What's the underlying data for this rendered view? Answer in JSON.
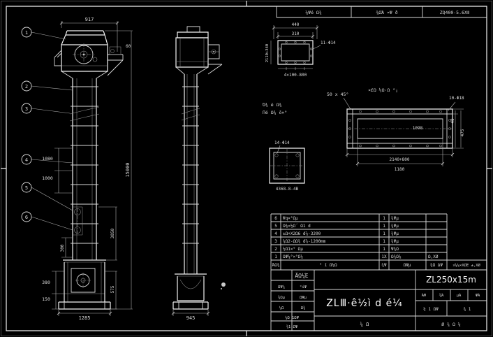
{
  "header_strip": {
    "cell1": "¼Ψé Ω¾",
    "cell2": "¾ΩΆ ¤Ψ ð",
    "cell3": "ZQ400-5.6Ⅻ"
  },
  "balloons": [
    "1",
    "2",
    "3",
    "4",
    "5",
    "6"
  ],
  "front_view": {
    "dim_top_width": "917",
    "dim_overall_height": "15000",
    "dim_3050": "3050",
    "dim_575": "575",
    "dim_1080": "1080",
    "dim_1000": "1000",
    "dim_300": "300",
    "dim_380": "380",
    "dim_150": "150",
    "dim_base_width": "1285",
    "dim_60": "60"
  },
  "side_view": {
    "dim_base_width": "945"
  },
  "detail_a": {
    "dim_440": "440",
    "dim_310": "310",
    "holes": "11-Φ14",
    "dim_side": "2110+340",
    "dim_bottom": "4×100-800"
  },
  "chamfer_note": "50 x 45°",
  "notes": {
    "line1": "Ό¾ é Ω¾",
    "line2": "Πé Ω¾ ô×°"
  },
  "detail_b": {
    "label": "¤£Ω ½Ω·Ω °¡",
    "holes": "10-Φ18",
    "dim_1098": "1098",
    "dim_2140": "2140+800",
    "dim_1180": "1180",
    "dim_475": "475",
    "dim_40": "40"
  },
  "detail_c": {
    "holes": "14-Φ14",
    "note": "4368.8-4B"
  },
  "bom": {
    "headers": {
      "no": "ΆΩ¾",
      "name": "° í Ω¼Ω",
      "qty": "¾Ψ",
      "mat": "ΩΨμ",
      "rem": "¾Ω ΔΨ"
    },
    "rows": [
      {
        "no": "6",
        "name": "Ψq×°Ωμ",
        "qty": "1",
        "mat": "¾Ψμ",
        "rem": ""
      },
      {
        "no": "5",
        "name": "Ω⅜»½Ω´ Ω1 d",
        "qty": "1",
        "mat": "¾Ψμ",
        "rem": ""
      },
      {
        "no": "4",
        "name": "±Ω+Χ2Ω6 d⅝-3200",
        "qty": "1",
        "mat": "¾Ψμ",
        "rem": ""
      },
      {
        "no": "3",
        "name": "¼Ω2-ΩΩ¾ d⅝-1200mm",
        "qty": "1",
        "mat": "¾Ψμ",
        "rem": ""
      },
      {
        "no": "2",
        "name": "½Ω1×° Ωμ",
        "qty": "1",
        "mat": "Ψ¾Ω",
        "rem": ""
      },
      {
        "no": "1",
        "name": "ΩΨ¼°×°Ω¼",
        "qty": "1Χ",
        "mat": "Ω¾Ω⅝",
        "rem": "Ω,ΧØ"
      }
    ]
  },
  "title_block": {
    "sheet_note": "¤⅝½×ΧΩΈ ±,ΧØ",
    "big_label": "ÄΩ¼Έ",
    "title": "ZLⅢ·ê½ì d é¼",
    "model": "ZL250x15m",
    "sheet_no": "¼ Ω",
    "footer": "Ø ¾ Ω ¼",
    "sig": [
      "ΩΨ¼",
      "°íΨ",
      "¾Ωμ",
      "ΩΨμ",
      "¼Ω",
      "Ω¾"
    ],
    "sig2": [
      "¼Ω 1ΩΨ",
      "¾1 ΩΨ"
    ],
    "cells_right": [
      "ΆΨ",
      "¾Ά",
      "μΆ",
      "ΨΆ"
    ],
    "cells_right2": [
      "¼ 1 ΩΨ",
      "¾ 1"
    ]
  }
}
